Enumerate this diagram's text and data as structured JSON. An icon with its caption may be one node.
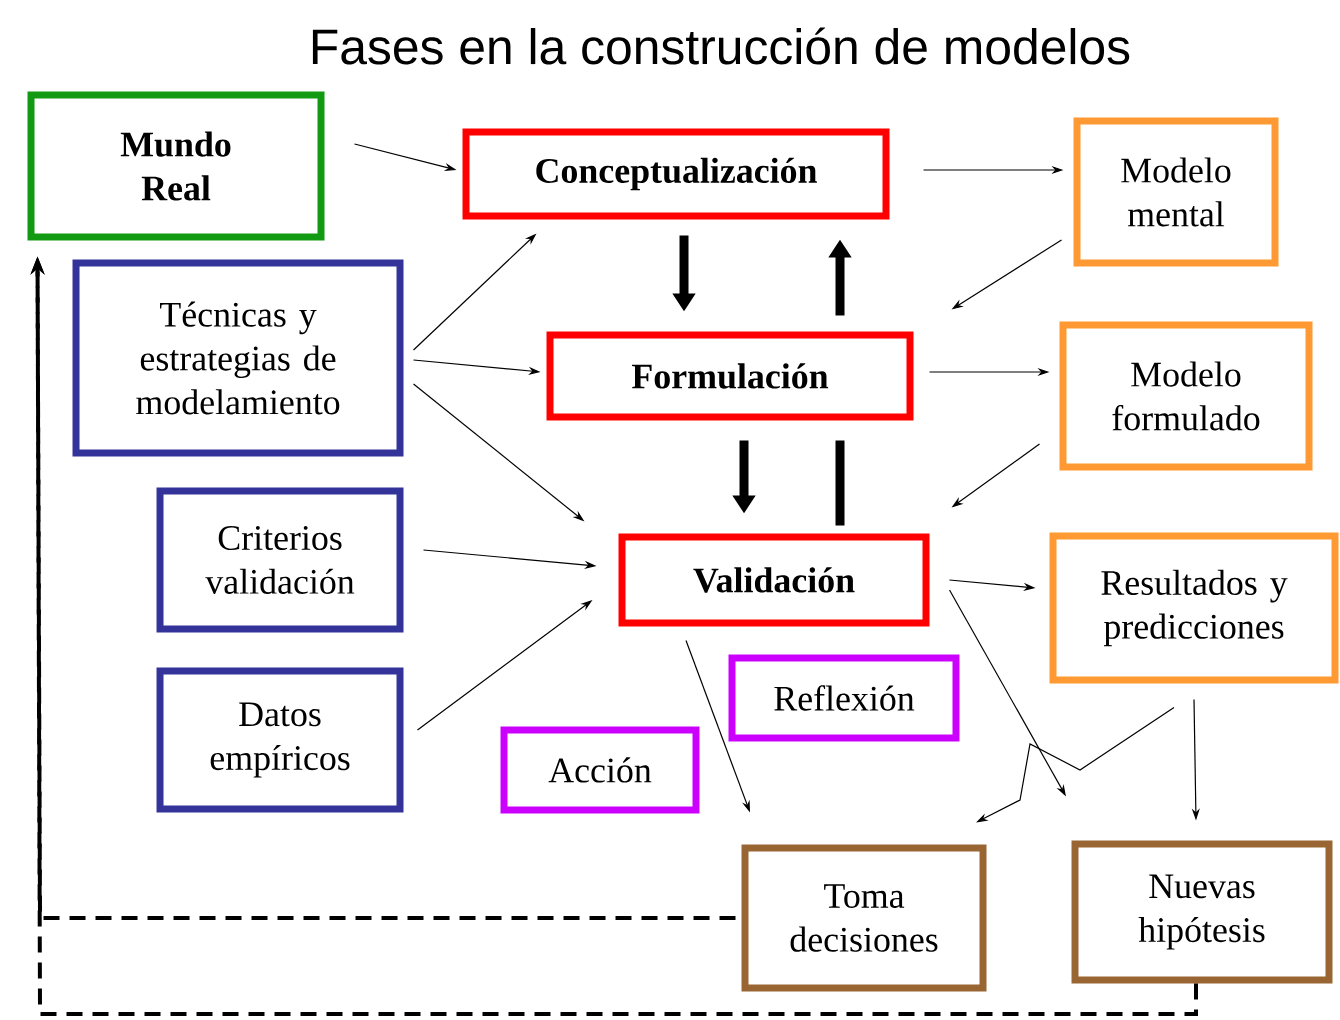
{
  "diagram": {
    "title": "Fases en la construcción de modelos",
    "nodes": [
      {
        "text": [
          "Mundo Real"
        ]
      },
      {
        "text": [
          "Conceptualización"
        ]
      },
      {
        "text": [
          "Modelo mental"
        ]
      },
      {
        "text": [
          "Técnicas y estrategias de modelamiento"
        ]
      },
      {
        "text": [
          "Formulación"
        ]
      },
      {
        "text": [
          "Modelo formulado"
        ]
      },
      {
        "text": [
          "Criterios validación"
        ]
      },
      {
        "text": [
          "Validación"
        ]
      },
      {
        "text": [
          "Resultados y predicciones"
        ]
      },
      {
        "text": [
          "Datos empíricos"
        ]
      },
      {
        "text": [
          "Reflexión"
        ]
      },
      {
        "text": [
          "Acción"
        ]
      },
      {
        "text": [
          "Toma decisiones"
        ]
      },
      {
        "text": [
          "Nuevas hipótesis"
        ]
      }
    ],
    "edges": [
      {
        "from": 0,
        "to": 1,
        "arrow": "to"
      },
      {
        "from": 1,
        "to": 2,
        "arrow": "to"
      },
      {
        "from": 2,
        "to": 4,
        "arrow": "to"
      },
      {
        "from": 1,
        "to": 4,
        "arrow": "to",
        "style": "thick"
      },
      {
        "from": 4,
        "to": 1,
        "arrow": "to",
        "style": "thick"
      },
      {
        "from": 3,
        "to": 1,
        "arrow": "to"
      },
      {
        "from": 3,
        "to": 4,
        "arrow": "to"
      },
      {
        "from": 3,
        "to": 7,
        "arrow": "to"
      },
      {
        "from": 4,
        "to": 5,
        "arrow": "to"
      },
      {
        "from": 5,
        "to": 7,
        "arrow": "to"
      },
      {
        "from": 4,
        "to": 7,
        "arrow": "to",
        "style": "thick"
      },
      {
        "from": 7,
        "to": 4,
        "arrow": "none",
        "style": "thick"
      },
      {
        "from": 6,
        "to": 7,
        "arrow": "to"
      },
      {
        "from": 9,
        "to": 7,
        "arrow": "to"
      },
      {
        "from": 7,
        "to": 8,
        "arrow": "to"
      },
      {
        "from": 7,
        "to": 12,
        "arrow": "to"
      },
      {
        "from": 7,
        "to": 13,
        "arrow": "to"
      },
      {
        "from": 8,
        "to": 12,
        "arrow": "to"
      },
      {
        "from": 8,
        "to": 13,
        "arrow": "to"
      },
      {
        "from": 12,
        "to": 0,
        "arrow": "to",
        "style": "dashed"
      },
      {
        "from": 13,
        "to": 0,
        "arrow": "to",
        "style": "dashed"
      }
    ]
  }
}
